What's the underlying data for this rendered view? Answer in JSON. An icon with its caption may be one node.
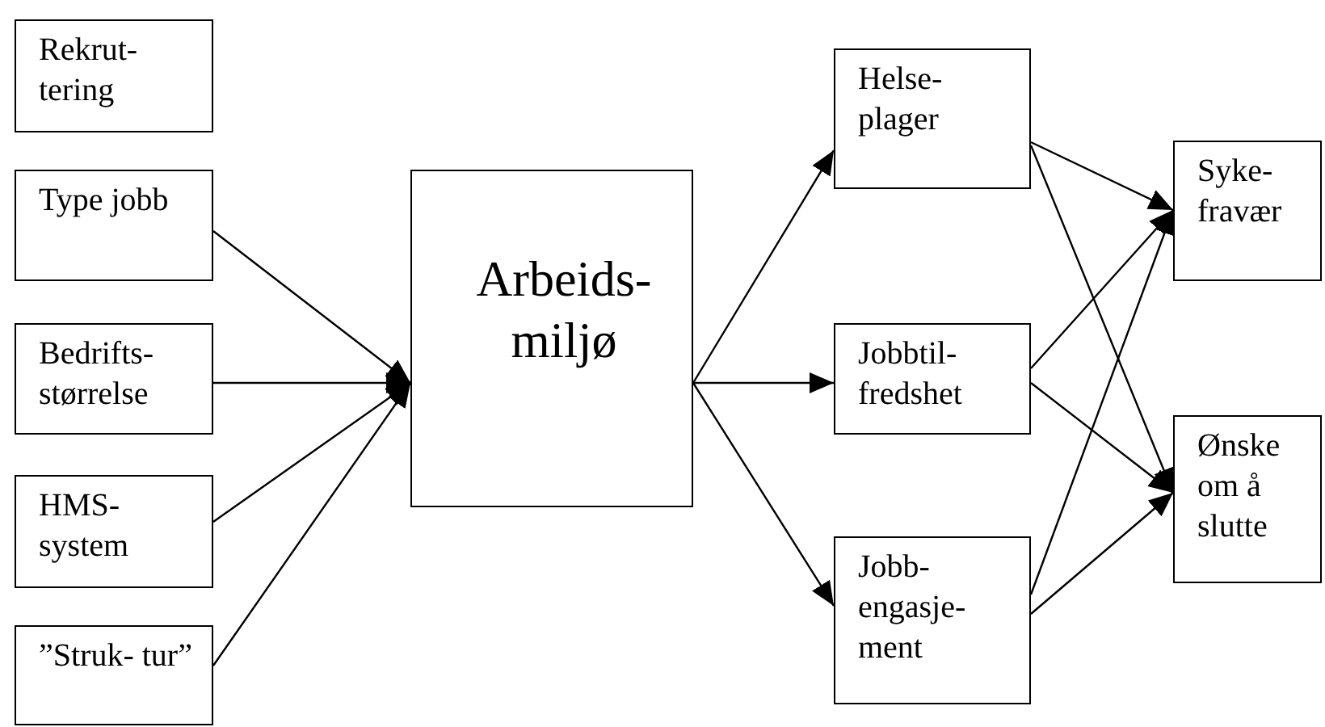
{
  "diagram": {
    "nodes": [
      {
        "text": [
          "Rekrut- tering"
        ]
      },
      {
        "text": [
          "Type jobb"
        ]
      },
      {
        "text": [
          "Bedrifts- størrelse"
        ]
      },
      {
        "text": [
          "HMS- system"
        ]
      },
      {
        "text": [
          "”Struk- tur”"
        ]
      },
      {
        "text": [
          "Arbeids- miljø"
        ]
      },
      {
        "text": [
          "Helse- plager"
        ]
      },
      {
        "text": [
          "Jobbtil- fredshet"
        ]
      },
      {
        "text": [
          "Jobb- engasje- ment"
        ]
      },
      {
        "text": [
          "Syke- fravær"
        ]
      },
      {
        "text": [
          "Ønske om å slutte"
        ]
      }
    ],
    "edges": [
      {
        "from": 1,
        "to": 5,
        "arrow": "to"
      },
      {
        "from": 2,
        "to": 5,
        "arrow": "to"
      },
      {
        "from": 3,
        "to": 5,
        "arrow": "to"
      },
      {
        "from": 4,
        "to": 5,
        "arrow": "to"
      },
      {
        "from": 5,
        "to": 6,
        "arrow": "to"
      },
      {
        "from": 5,
        "to": 7,
        "arrow": "to"
      },
      {
        "from": 5,
        "to": 8,
        "arrow": "to"
      },
      {
        "from": 6,
        "to": 9,
        "arrow": "to"
      },
      {
        "from": 6,
        "to": 10,
        "arrow": "to"
      },
      {
        "from": 7,
        "to": 9,
        "arrow": "to"
      },
      {
        "from": 7,
        "to": 10,
        "arrow": "to"
      },
      {
        "from": 8,
        "to": 9,
        "arrow": "to"
      },
      {
        "from": 8,
        "to": 10,
        "arrow": "to"
      }
    ]
  }
}
